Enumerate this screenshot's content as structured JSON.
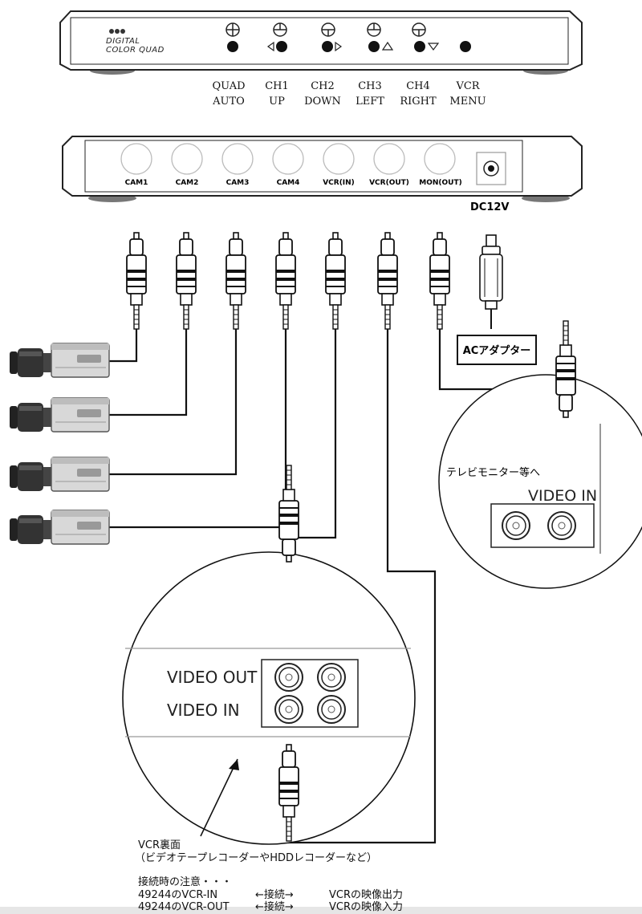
{
  "front_panel": {
    "logo_line1": "DIGITAL",
    "logo_line2": "COLOR QUAD",
    "buttons": [
      {
        "top": "QUAD",
        "bottom": "AUTO"
      },
      {
        "top": "CH1",
        "bottom": "UP"
      },
      {
        "top": "CH2",
        "bottom": "DOWN"
      },
      {
        "top": "CH3",
        "bottom": "LEFT"
      },
      {
        "top": "CH4",
        "bottom": "RIGHT"
      },
      {
        "top": "VCR",
        "bottom": "MENU"
      }
    ]
  },
  "rear_panel": {
    "jacks": [
      "CAM1",
      "CAM2",
      "CAM3",
      "CAM4",
      "VCR(IN)",
      "VCR(OUT)",
      "MON(OUT)"
    ],
    "power": "DC12V"
  },
  "ac_adapter": "ACアダプター",
  "monitor_inset": {
    "note": "テレビモニター等へ",
    "label": "VIDEO IN"
  },
  "vcr_inset": {
    "video_out": "VIDEO OUT",
    "video_in": "VIDEO IN",
    "caption_line1": "VCR裏面",
    "caption_line2": "（ビデオテープレコーダーやHDDレコーダーなど）"
  },
  "notes": {
    "heading": "接続時の注意・・・",
    "row1_left": "49244のVCR-IN",
    "row1_mid": "←接続→",
    "row1_right": "VCRの映像出力",
    "row2_left": "49244のVCR-OUT",
    "row2_mid": "←接続→",
    "row2_right": "VCRの映像入力"
  }
}
